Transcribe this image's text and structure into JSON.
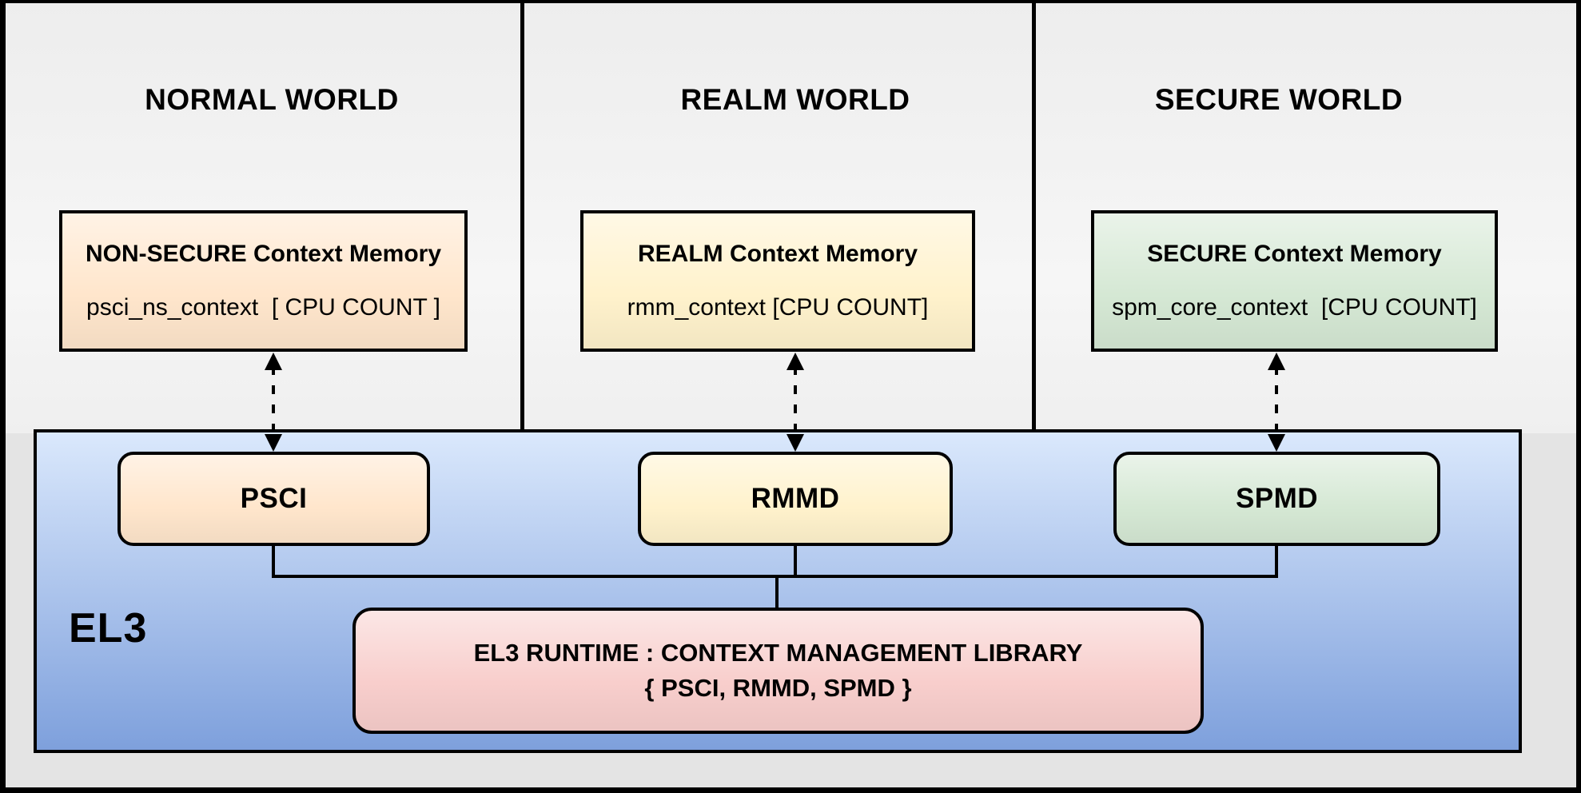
{
  "diagram": {
    "worlds": [
      {
        "title": "NORMAL WORLD",
        "context_title": "NON-SECURE Context Memory",
        "context_detail": "psci_ns_context  [ CPU COUNT ]",
        "module": "PSCI"
      },
      {
        "title": "REALM WORLD",
        "context_title": "REALM Context Memory",
        "context_detail": "rmm_context [CPU COUNT]",
        "module": "RMMD"
      },
      {
        "title": "SECURE WORLD",
        "context_title": "SECURE Context Memory",
        "context_detail": "spm_core_context  [CPU COUNT]",
        "module": "SPMD"
      }
    ],
    "el3": {
      "label": "EL3",
      "runtime_title": "EL3 RUNTIME : CONTEXT MANAGEMENT LIBRARY",
      "runtime_subtitle": "{ PSCI, RMMD, SPMD }"
    },
    "colors": {
      "normal_accent": "#FFE6CC",
      "realm_accent": "#FFF2CC",
      "secure_accent": "#D5E8D4",
      "runtime_accent": "#F8CECC",
      "el3_top": "#DAE8FC",
      "el3_bottom": "#7EA0DC",
      "canvas_gray": "#E4E4E4",
      "line_black": "#000000"
    }
  }
}
